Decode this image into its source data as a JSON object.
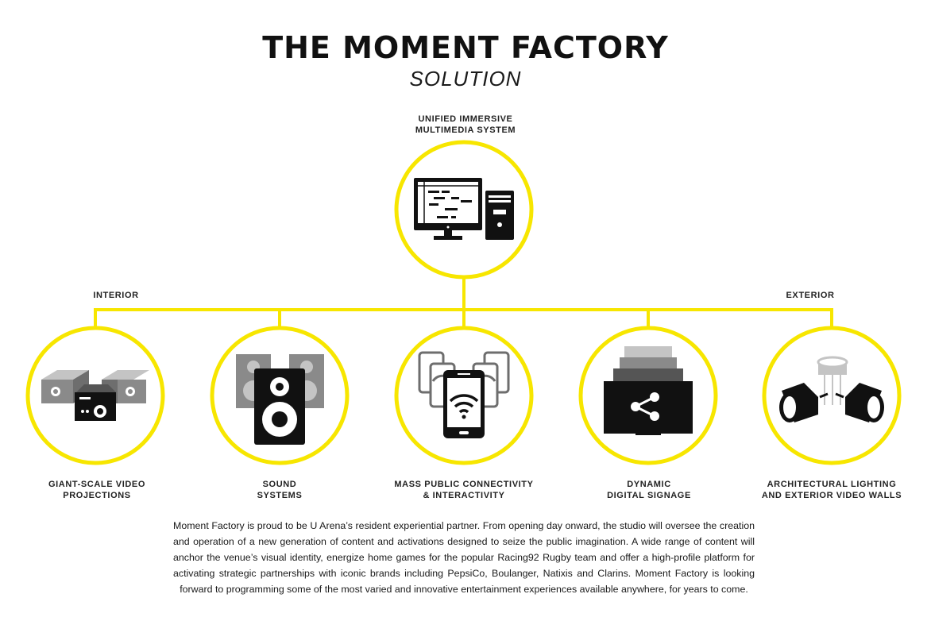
{
  "header": {
    "title": "THE MOMENT FACTORY",
    "subtitle": "SOLUTION"
  },
  "hub": {
    "label_line1": "UNIFIED IMMERSIVE",
    "label_line2": "MULTIMEDIA SYSTEM",
    "icon": "computer-tower-icon"
  },
  "sides": {
    "interior": "INTERIOR",
    "exterior": "EXTERIOR"
  },
  "nodes": [
    {
      "line1": "GIANT-SCALE VIDEO",
      "line2": "PROJECTIONS",
      "icon": "video-projectors-icon"
    },
    {
      "line1": "SOUND",
      "line2": "SYSTEMS",
      "icon": "speakers-icon"
    },
    {
      "line1": "MASS PUBLIC CONNECTIVITY",
      "line2": "& INTERACTIVITY",
      "icon": "smartphones-wifi-icon"
    },
    {
      "line1": "DYNAMIC",
      "line2": "DIGITAL SIGNAGE",
      "icon": "share-screen-icon"
    },
    {
      "line1": "ARCHITECTURAL LIGHTING",
      "line2": "AND EXTERIOR VIDEO WALLS",
      "icon": "spotlights-icon"
    }
  ],
  "description": "Moment Factory is proud to be U Arena’s resident experiential partner. From opening day onward, the studio will oversee the creation and operation of a new generation of content and activations designed to seize the public imagination. A wide range of content will anchor the venue’s visual identity, energize home games for the popular Racing92 Rugby team and offer a high-profile platform for activating strategic partnerships with iconic brands including PepsiCo, Boulanger, Natixis and Clarins. Moment Factory is looking forward to programming some of the most varied and innovative entertainment experiences available anywhere, for years to come.",
  "colors": {
    "accent": "#f7e600",
    "icon_dark": "#111111",
    "icon_gray": "#8a8a8a",
    "icon_light": "#c4c4c4"
  }
}
